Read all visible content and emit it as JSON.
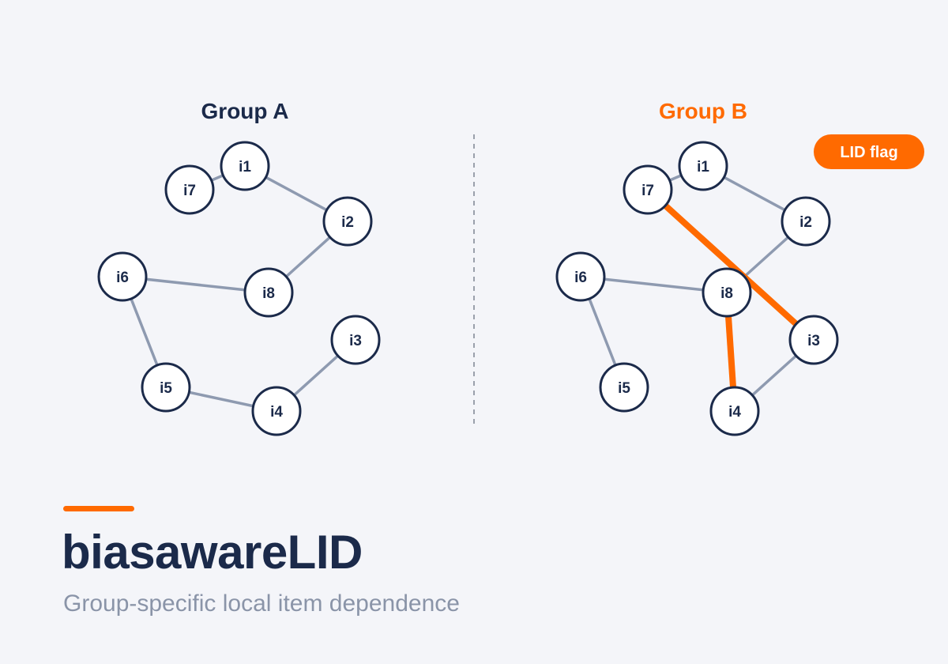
{
  "colors": {
    "navy": "#1b2a4a",
    "accent": "#ff6a00",
    "edge": "#8e9ab0",
    "muted": "#8a94a8",
    "node_fill": "#ffffff",
    "background": "#f4f5f9",
    "divider": "#9aa0ab"
  },
  "diagram": {
    "group_a": {
      "title": "Group A",
      "nodes": [
        "i1",
        "i2",
        "i3",
        "i4",
        "i5",
        "i6",
        "i7",
        "i8"
      ],
      "edges": [
        [
          "i7",
          "i1"
        ],
        [
          "i1",
          "i2"
        ],
        [
          "i2",
          "i8"
        ],
        [
          "i6",
          "i8"
        ],
        [
          "i6",
          "i5"
        ],
        [
          "i5",
          "i4"
        ],
        [
          "i4",
          "i3"
        ]
      ],
      "flagged_edges": []
    },
    "group_b": {
      "title": "Group B",
      "nodes": [
        "i1",
        "i2",
        "i3",
        "i4",
        "i5",
        "i6",
        "i7",
        "i8"
      ],
      "edges": [
        [
          "i7",
          "i1"
        ],
        [
          "i1",
          "i2"
        ],
        [
          "i2",
          "i8"
        ],
        [
          "i6",
          "i8"
        ],
        [
          "i6",
          "i5"
        ],
        [
          "i4",
          "i3"
        ]
      ],
      "flagged_edges": [
        [
          "i7",
          "i3"
        ],
        [
          "i8",
          "i4"
        ]
      ],
      "flag_badge": "LID flag"
    }
  },
  "brand": {
    "title": "biasawareLID",
    "subtitle": "Group-specific local item dependence"
  }
}
